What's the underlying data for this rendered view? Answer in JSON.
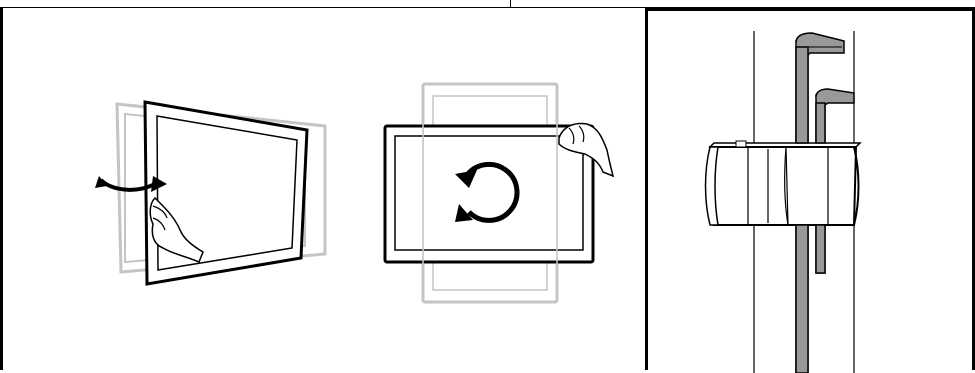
{
  "figure": {
    "panels": [
      {
        "id": "left",
        "illustrations": [
          "swivel-monitor-illustration",
          "rotate-monitor-illustration"
        ]
      },
      {
        "id": "right",
        "illustrations": [
          "pole-clamp-hex-keys-illustration"
        ]
      }
    ],
    "icons": [
      "rotate-arrow-icon",
      "rotation-cycle-icon",
      "hand-icon",
      "hex-key-icon"
    ],
    "colors": {
      "line": "#000000",
      "ghost": "#bdbdbd",
      "fill": "#ffffff"
    }
  }
}
